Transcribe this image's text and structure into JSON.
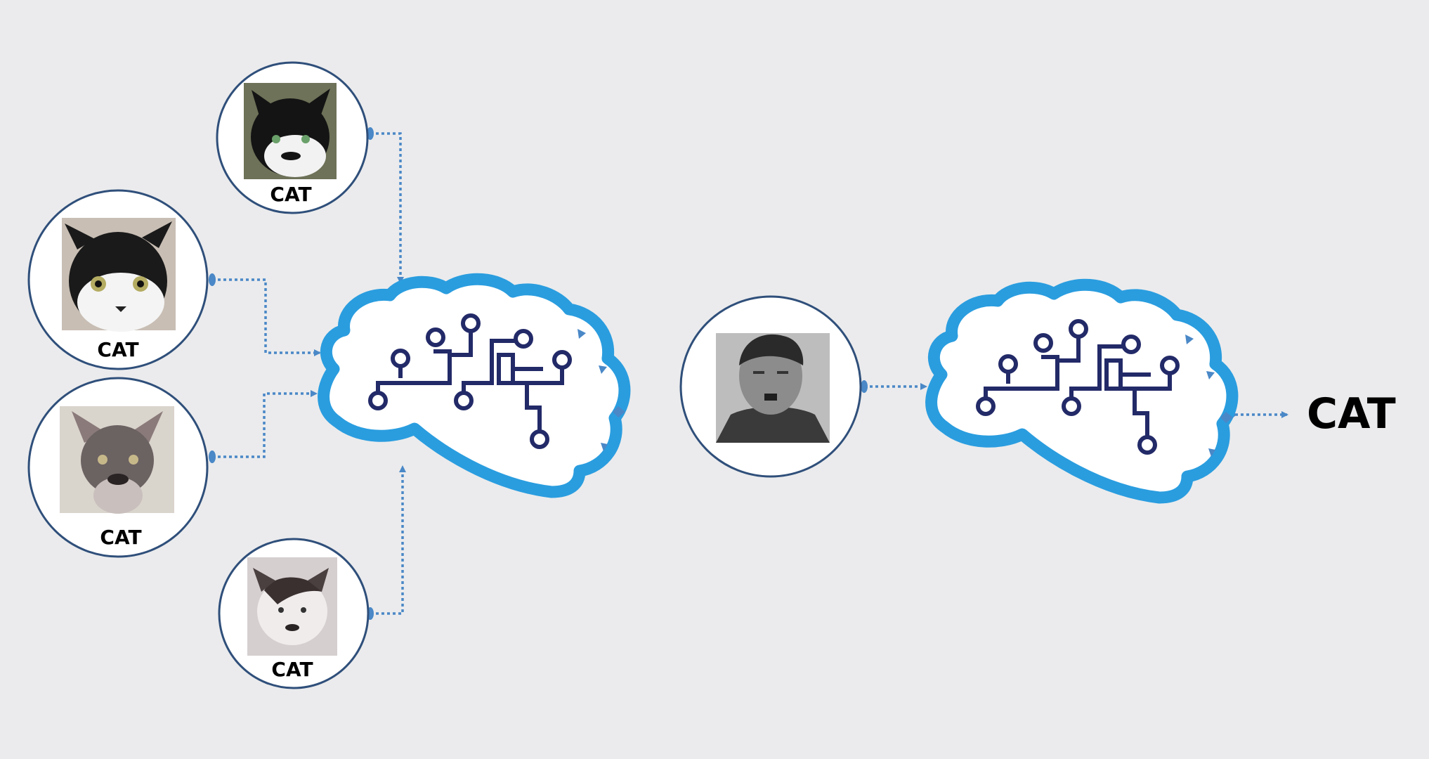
{
  "diagram": {
    "training_samples": [
      {
        "label": "CAT",
        "image": "black-and-white-cat-photo"
      },
      {
        "label": "CAT",
        "image": "black-and-white-kitten-photo"
      },
      {
        "label": "CAT",
        "image": "hairless-cat-photo"
      },
      {
        "label": "CAT",
        "image": "white-cat-with-dark-patch-photo"
      }
    ],
    "test_input": {
      "image": "portrait-photo-of-man"
    },
    "output_label": "CAT",
    "colors": {
      "background": "#ebebed",
      "cloud": "#2a9ddf",
      "circuit": "#232a68",
      "arrow": "#4a88c7",
      "node_border": "#2f4f7a"
    }
  }
}
